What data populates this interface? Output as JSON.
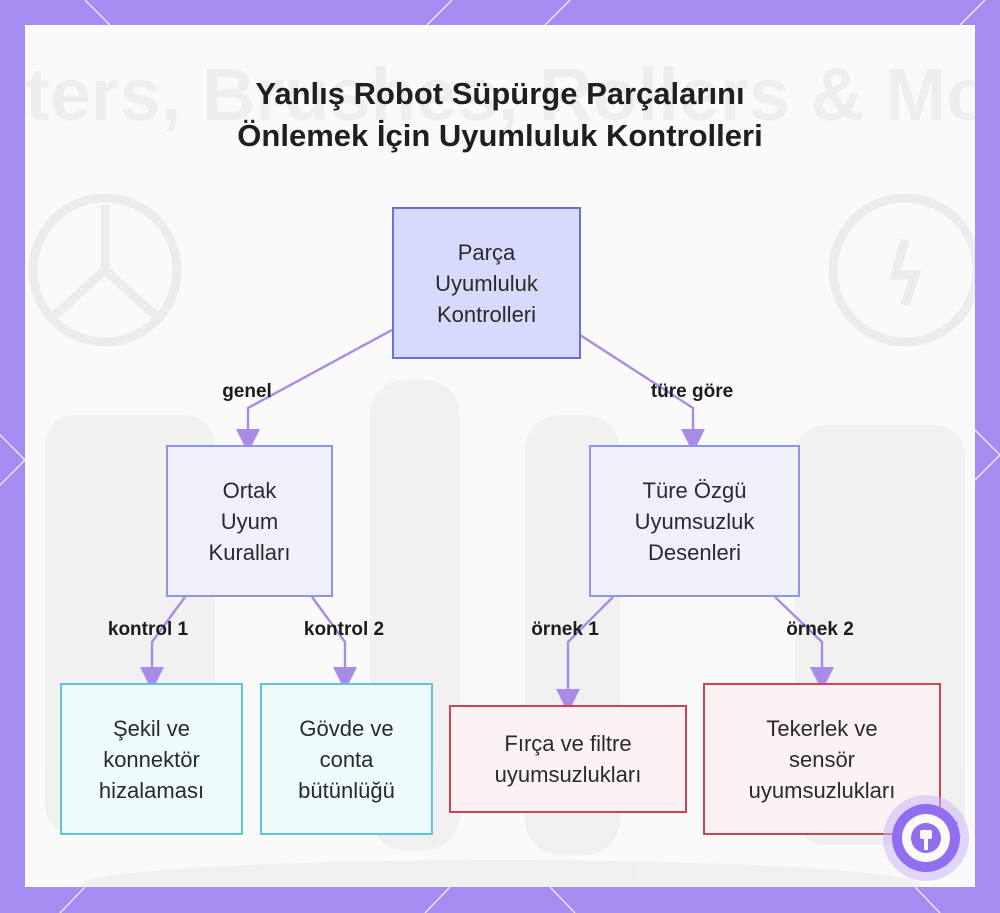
{
  "title": {
    "line1": "Yanlış Robot Süpürge Parçalarını",
    "line2": "Önlemek İçin Uyumluluk Kontrolleri"
  },
  "nodes": {
    "root": {
      "l1": "Parça",
      "l2": "Uyumluluk",
      "l3": "Kontrolleri"
    },
    "general": {
      "l1": "Ortak",
      "l2": "Uyum",
      "l3": "Kuralları"
    },
    "specific": {
      "l1": "Türe Özgü",
      "l2": "Uyumsuzluk",
      "l3": "Desenleri"
    },
    "shape": {
      "l1": "Şekil ve",
      "l2": "konnektör",
      "l3": "hizalaması"
    },
    "body": {
      "l1": "Gövde ve",
      "l2": "conta",
      "l3": "bütünlüğü"
    },
    "brush": {
      "l1": "Fırça ve filtre",
      "l2": "uyumsuzlukları"
    },
    "wheel": {
      "l1": "Tekerlek ve",
      "l2": "sensör",
      "l3": "uyumsuzlukları"
    }
  },
  "edges": {
    "genel": "genel",
    "ture_gore": "türe göre",
    "kontrol1": "kontrol 1",
    "kontrol2": "kontrol 2",
    "ornek1": "örnek 1",
    "ornek2": "örnek 2"
  },
  "background_watermark": "Filters, Brushes, Rollers & More",
  "colors": {
    "frame": "#a48cf0",
    "connector": "#a98be6",
    "root_fill": "#d8dafb",
    "root_border": "#6a72d8",
    "cyan_border": "#5ec6dc",
    "red_border": "#cf4455"
  },
  "icons": [
    "logo-badge-icon"
  ]
}
